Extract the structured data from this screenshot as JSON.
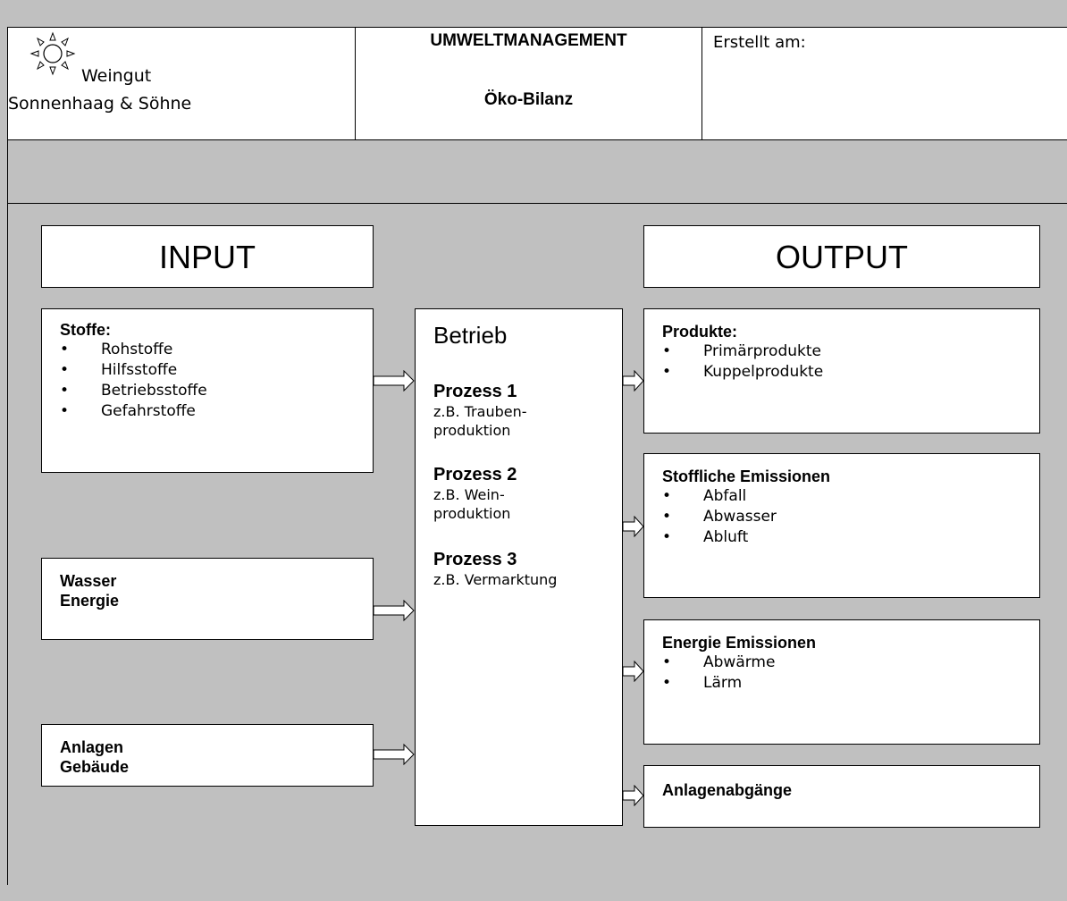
{
  "header": {
    "company_line1": "Weingut",
    "company_line2": "Sonnenhaag & Söhne",
    "title": "UMWELTMANAGEMENT",
    "subtitle": "Öko-Bilanz",
    "created_label": "Erstellt am:"
  },
  "diagram": {
    "input_title": "INPUT",
    "output_title": "OUTPUT",
    "inputs": [
      {
        "title": "Stoffe:",
        "items": [
          "Rohstoffe",
          "Hilfsstoffe",
          "Betriebsstoffe",
          "Gefahrstoffe"
        ]
      },
      {
        "lines": [
          "Wasser",
          "Energie"
        ]
      },
      {
        "lines": [
          "Anlagen",
          "Gebäude"
        ]
      }
    ],
    "center": {
      "title": "Betrieb",
      "processes": [
        {
          "title": "Prozess 1",
          "desc": "z.B. Trauben-\nproduktion"
        },
        {
          "title": "Prozess 2",
          "desc": "z.B. Wein-\nproduktion"
        },
        {
          "title": "Prozess 3",
          "desc": "z.B. Vermarktung"
        }
      ]
    },
    "outputs": [
      {
        "title": "Produkte:",
        "items": [
          "Primärprodukte",
          "Kuppelprodukte"
        ]
      },
      {
        "title": "Stoffliche Emissionen",
        "items": [
          "Abfall",
          "Abwasser",
          "Abluft"
        ]
      },
      {
        "title": "Energie Emissionen",
        "items": [
          "Abwärme",
          "Lärm"
        ]
      },
      {
        "title": "Anlagenabgänge",
        "items": []
      }
    ]
  }
}
